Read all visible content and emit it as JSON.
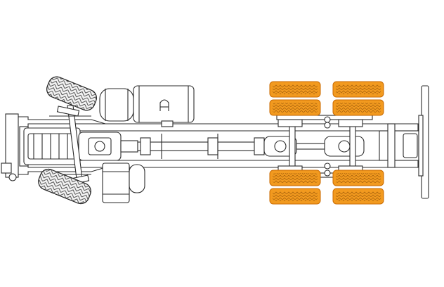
{
  "diagram": {
    "subject": "truck-chassis-top-view",
    "colors": {
      "background": "#ffffff",
      "line": "#2b2b2b",
      "frame_fill": "#ffffff",
      "highlight_fill": "#f29a1f",
      "highlight_stroke": "#c96a00",
      "front_tire_fill": "#f2f2f2"
    },
    "highlighted_components": [
      "rear-dual-wheels"
    ],
    "parts": {
      "front_tires": 2,
      "rear_axles": 2,
      "rear_tires_per_side": 4
    }
  }
}
